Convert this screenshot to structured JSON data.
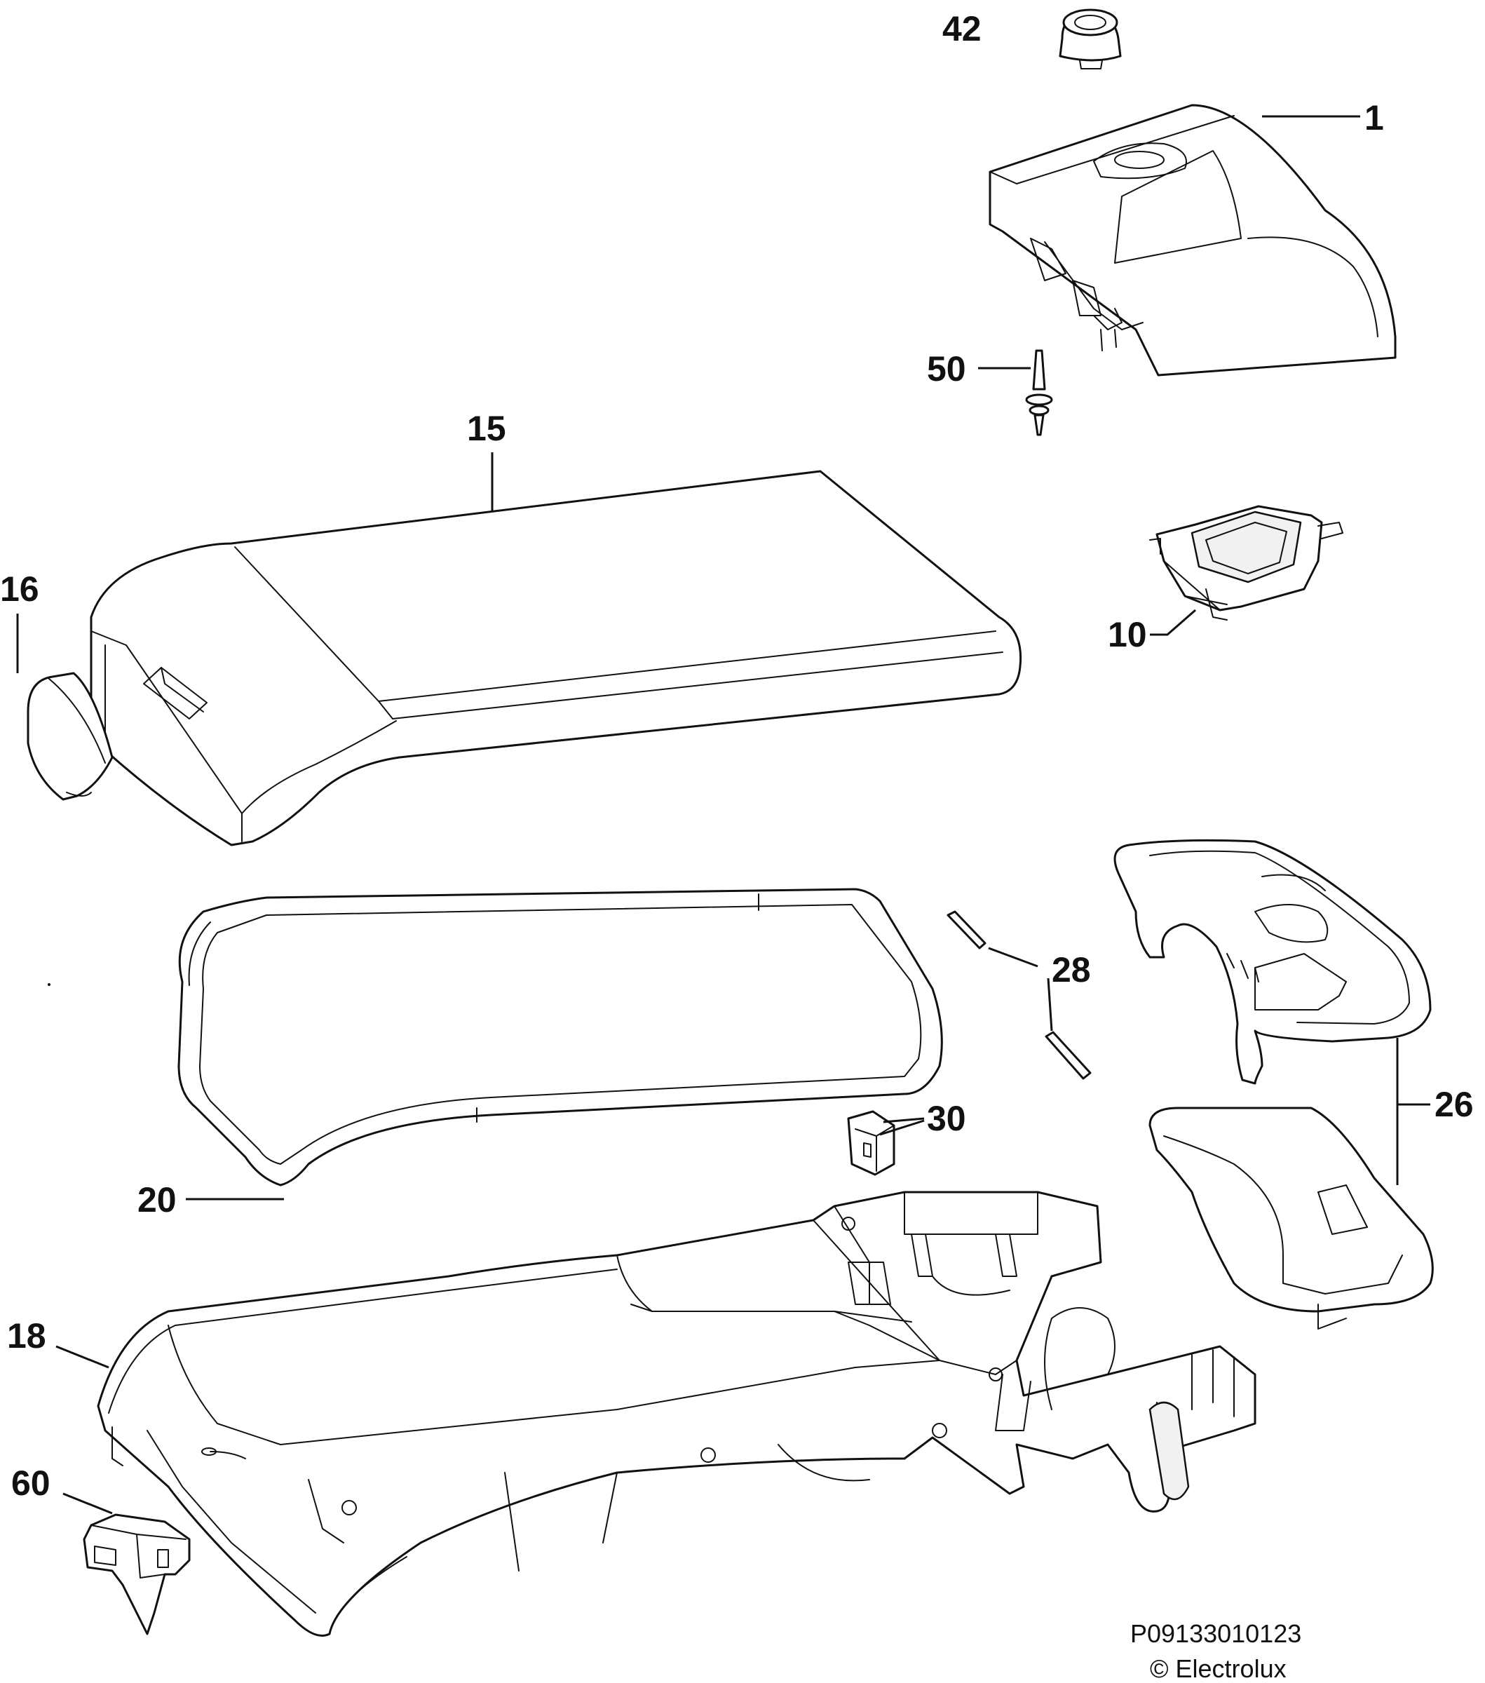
{
  "diagram": {
    "callouts": [
      {
        "id": "42",
        "label": "42"
      },
      {
        "id": "1",
        "label": "1"
      },
      {
        "id": "50",
        "label": "50"
      },
      {
        "id": "15",
        "label": "15"
      },
      {
        "id": "16",
        "label": "16"
      },
      {
        "id": "10",
        "label": "10"
      },
      {
        "id": "28",
        "label": "28"
      },
      {
        "id": "26",
        "label": "26"
      },
      {
        "id": "30",
        "label": "30"
      },
      {
        "id": "20",
        "label": "20"
      },
      {
        "id": "18",
        "label": "18"
      },
      {
        "id": "60",
        "label": "60"
      }
    ],
    "drawing_code": "P09133010123",
    "copyright": "© Electrolux"
  },
  "colors": {
    "line": "#111111",
    "background": "#ffffff",
    "shade": "#f1f1f1"
  }
}
